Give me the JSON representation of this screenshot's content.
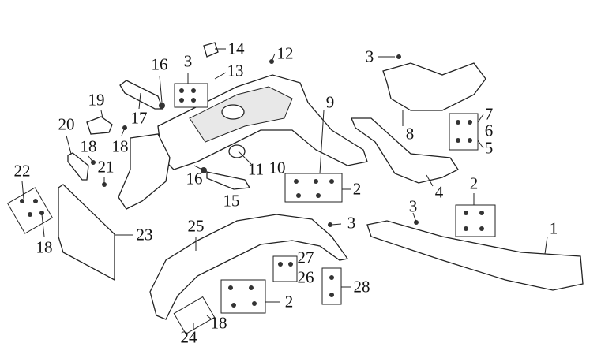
{
  "diagram": {
    "callouts": [
      {
        "id": "c14",
        "text": "14"
      },
      {
        "id": "c12",
        "text": "12"
      },
      {
        "id": "c3a",
        "text": "3"
      },
      {
        "id": "c13",
        "text": "13"
      },
      {
        "id": "c16a",
        "text": "16"
      },
      {
        "id": "c3b",
        "text": "3"
      },
      {
        "id": "c9",
        "text": "9"
      },
      {
        "id": "c19",
        "text": "19"
      },
      {
        "id": "c17",
        "text": "17"
      },
      {
        "id": "c20",
        "text": "20"
      },
      {
        "id": "c18a",
        "text": "18"
      },
      {
        "id": "c18b",
        "text": "18"
      },
      {
        "id": "c7",
        "text": "7"
      },
      {
        "id": "c6",
        "text": "6"
      },
      {
        "id": "c5",
        "text": "5"
      },
      {
        "id": "c8",
        "text": "8"
      },
      {
        "id": "c22",
        "text": "22"
      },
      {
        "id": "c21",
        "text": "21"
      },
      {
        "id": "c11",
        "text": "11"
      },
      {
        "id": "c10",
        "text": "10"
      },
      {
        "id": "c2a",
        "text": "2"
      },
      {
        "id": "c16b",
        "text": "16"
      },
      {
        "id": "c15",
        "text": "15"
      },
      {
        "id": "c4",
        "text": "4"
      },
      {
        "id": "c2b",
        "text": "2"
      },
      {
        "id": "c3c",
        "text": "3"
      },
      {
        "id": "c1",
        "text": "1"
      },
      {
        "id": "c3d",
        "text": "3"
      },
      {
        "id": "c25",
        "text": "25"
      },
      {
        "id": "c23",
        "text": "23"
      },
      {
        "id": "c18c",
        "text": "18"
      },
      {
        "id": "c27",
        "text": "27"
      },
      {
        "id": "c26",
        "text": "26"
      },
      {
        "id": "c28",
        "text": "28"
      },
      {
        "id": "c2c",
        "text": "2"
      },
      {
        "id": "c18d",
        "text": "18"
      },
      {
        "id": "c24",
        "text": "24"
      }
    ]
  }
}
